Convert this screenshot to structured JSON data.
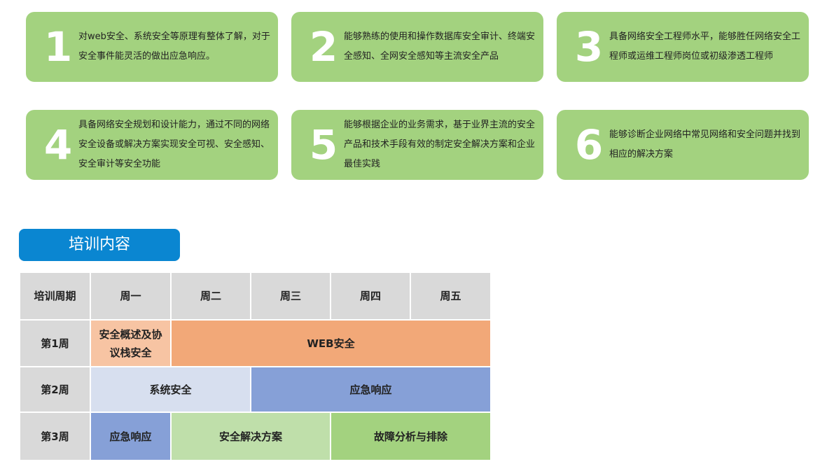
{
  "cards": [
    {
      "num": "1",
      "text": "对web安全、系统安全等原理有整体了解，对于安全事件能灵活的做出应急响应。"
    },
    {
      "num": "2",
      "text": "能够熟练的使用和操作数据库安全审计、终端安全感知、全网安全感知等主流安全产品"
    },
    {
      "num": "3",
      "text": "具备网络安全工程师水平，能够胜任网络安全工程师或运维工程师岗位或初级渗透工程师"
    },
    {
      "num": "4",
      "text": "具备网络安全规划和设计能力，通过不同的网络安全设备或解决方案实现安全可视、安全感知、安全审计等安全功能"
    },
    {
      "num": "5",
      "text": "能够根据企业的业务需求，基于业界主流的安全产品和技术手段有效的制定安全解决方案和企业最佳实践"
    },
    {
      "num": "6",
      "text": "能够诊断企业网络中常见网络和安全问题并找到相应的解决方案"
    }
  ],
  "section_title": "培训内容",
  "table": {
    "header": [
      "培训周期",
      "周一",
      "周二",
      "周三",
      "周四",
      "周五"
    ],
    "week1": {
      "label": "第1周",
      "c1": "安全概述及协议栈安全",
      "c2": "WEB安全"
    },
    "week2": {
      "label": "第2周",
      "c1": "系统安全",
      "c2": "应急响应"
    },
    "week3": {
      "label": "第3周",
      "c1": "应急响应",
      "c2": "安全解决方案",
      "c3": "故障分析与排除"
    }
  },
  "colors": {
    "card_bg": "#a3d27f",
    "title_bg": "#0a86d1",
    "header_gray": "#d9d9d9",
    "peach_light": "#f7c4a3",
    "peach": "#f2a878",
    "lavender": "#d7dfef",
    "blue": "#86a0d7",
    "green_light": "#bfdfaa",
    "green": "#a3d27f"
  }
}
